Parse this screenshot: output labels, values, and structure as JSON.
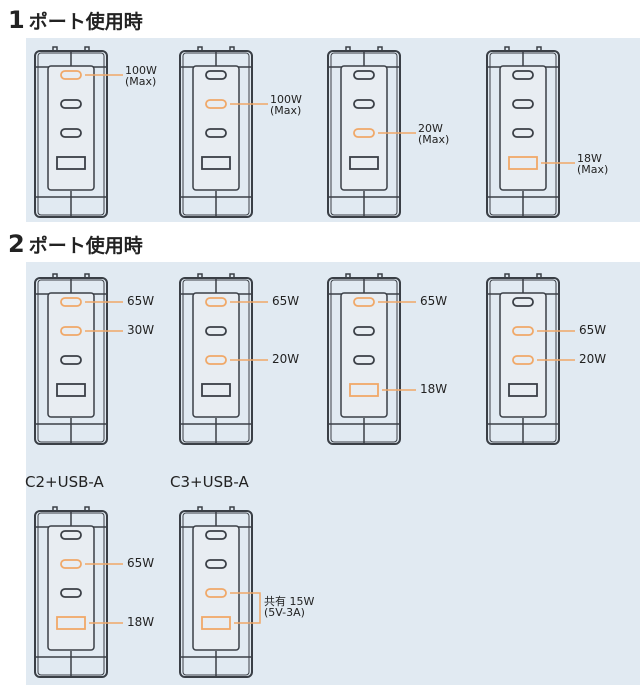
{
  "colors": {
    "highlight": "#f0a868",
    "outline": "#3a3f46",
    "panel": "#e1eaf2"
  },
  "section1": {
    "number": "1",
    "title": "ポート使用時",
    "chargers": [
      {
        "highlight": [
          0
        ],
        "label": {
          "port": 0,
          "lines": [
            "100W",
            "(Max)"
          ]
        }
      },
      {
        "highlight": [
          1
        ],
        "label": {
          "port": 1,
          "lines": [
            "100W",
            "(Max)"
          ]
        }
      },
      {
        "highlight": [
          2
        ],
        "label": {
          "port": 2,
          "lines": [
            "20W",
            "(Max)"
          ]
        }
      },
      {
        "highlight": [
          3
        ],
        "label": {
          "port": 3,
          "lines": [
            "18W",
            "(Max)"
          ]
        }
      }
    ]
  },
  "section2": {
    "number": "2",
    "title": "ポート使用時",
    "chargers": [
      {
        "highlight": [
          0,
          1
        ],
        "labels": [
          {
            "port": 0,
            "text": "65W"
          },
          {
            "port": 1,
            "text": "30W"
          }
        ]
      },
      {
        "highlight": [
          0,
          2
        ],
        "labels": [
          {
            "port": 0,
            "text": "65W"
          },
          {
            "port": 2,
            "text": "20W"
          }
        ]
      },
      {
        "highlight": [
          0,
          3
        ],
        "labels": [
          {
            "port": 0,
            "text": "65W"
          },
          {
            "port": 3,
            "text": "18W"
          }
        ]
      },
      {
        "highlight": [
          1,
          2
        ],
        "labels": [
          {
            "port": 1,
            "text": "65W"
          },
          {
            "port": 2,
            "text": "20W"
          }
        ]
      },
      {
        "caption": "C2+USB-A",
        "highlight": [
          1,
          3
        ],
        "labels": [
          {
            "port": 1,
            "text": "65W"
          },
          {
            "port": 3,
            "text": "18W"
          }
        ]
      },
      {
        "caption": "C3+USB-A",
        "highlight": [
          2,
          3
        ],
        "shared": {
          "ports": [
            2,
            3
          ],
          "lines": [
            "共有 15W",
            "(5V-3A)"
          ]
        }
      }
    ]
  }
}
